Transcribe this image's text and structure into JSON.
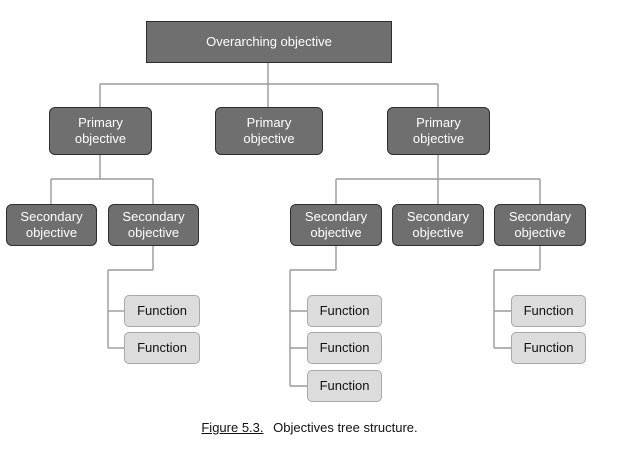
{
  "tree": {
    "root": {
      "label": "Overarching objective"
    },
    "primary": [
      {
        "label": "Primary\nobjective"
      },
      {
        "label": "Primary\nobjective"
      },
      {
        "label": "Primary\nobjective"
      }
    ],
    "secondary": [
      {
        "label": "Secondary\nobjective"
      },
      {
        "label": "Secondary\nobjective"
      },
      {
        "label": "Secondary\nobjective"
      },
      {
        "label": "Secondary\nobjective"
      },
      {
        "label": "Secondary\nobjective"
      }
    ],
    "functions": [
      {
        "label": "Function"
      },
      {
        "label": "Function"
      },
      {
        "label": "Function"
      },
      {
        "label": "Function"
      },
      {
        "label": "Function"
      },
      {
        "label": "Function"
      },
      {
        "label": "Function"
      }
    ]
  },
  "caption": {
    "figure": "Figure 5.3.",
    "text": "Objectives tree structure."
  }
}
